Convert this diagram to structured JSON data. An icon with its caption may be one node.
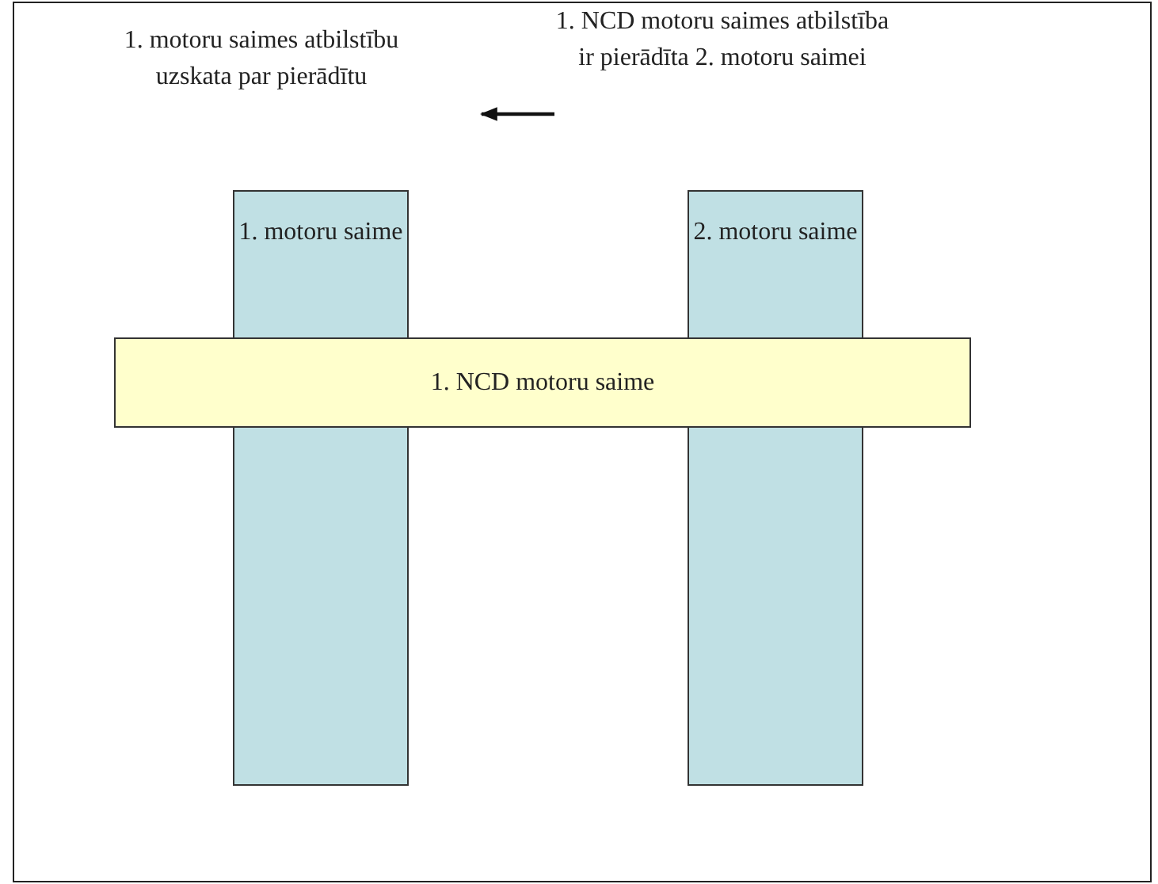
{
  "diagram": {
    "nodes": [
      {
        "text": [
          "1. motoru saimes atbilstību uzskata par pierādītu"
        ]
      },
      {
        "text": [
          "1. NCD motoru saimes atbilstība ir pierādīta 2. motoru saimei"
        ]
      },
      {
        "text": [
          "1. motoru saime"
        ]
      },
      {
        "text": [
          "2. motoru saime"
        ]
      },
      {
        "text": [
          "1. NCD motoru saime"
        ]
      }
    ],
    "edges": [
      {
        "from": 1,
        "to": 0,
        "arrow": "to"
      }
    ]
  }
}
